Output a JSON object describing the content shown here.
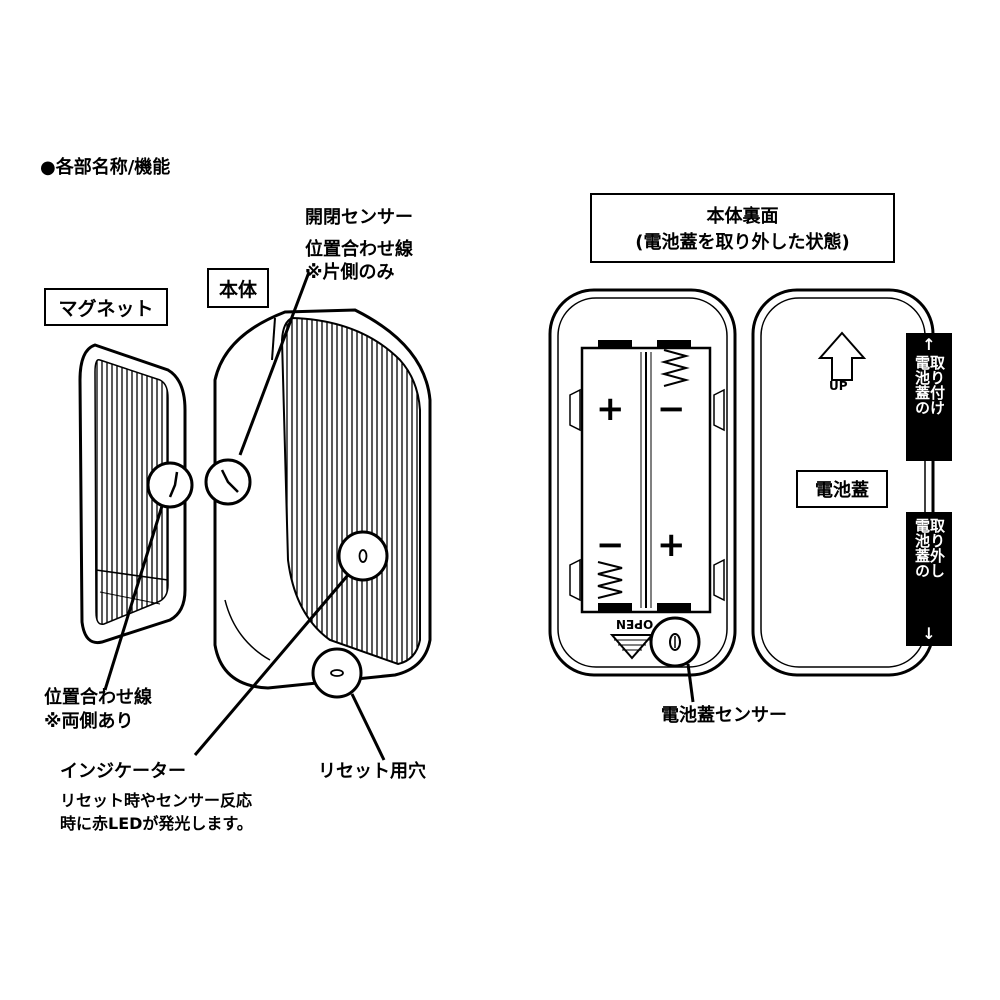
{
  "title": "●各部名称/機能",
  "labels": {
    "magnet": "マグネット",
    "body": "本体",
    "sensor_line1": "開閉センサー",
    "sensor_line2": "位置合わせ線",
    "sensor_line3": "※片側のみ",
    "align_line1": "位置合わせ線",
    "align_line2": "※両側あり",
    "indicator": "インジケーター",
    "indicator_desc1": "リセット時やセンサー反応",
    "indicator_desc2": "時に赤LEDが発光します。",
    "reset_hole": "リセット用穴",
    "back_title1": "本体裏面",
    "back_title2": "(電池蓋を取り外した状態)",
    "battery_sensor": "電池蓋センサー",
    "battery_cover": "電池蓋",
    "up": "UP",
    "open": "OPEN",
    "plus": "+",
    "minus": "−",
    "attach_col1": "電池蓋の",
    "attach_col2": "取り付け",
    "remove_col1": "電池蓋の",
    "remove_col2": "取り外し",
    "arrow_up": "↑",
    "arrow_down": "↓"
  }
}
